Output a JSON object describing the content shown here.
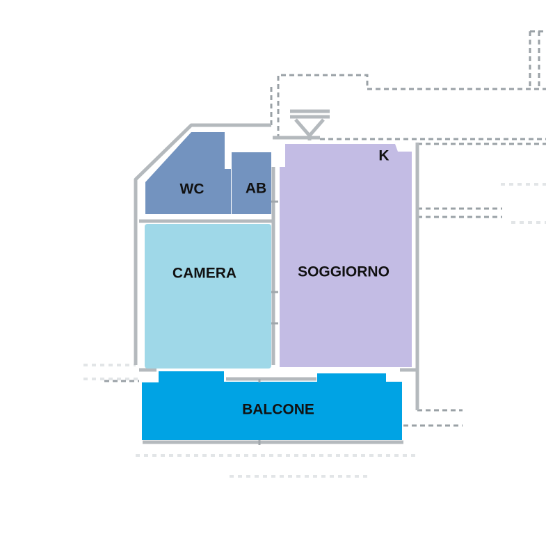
{
  "rooms": {
    "wc": {
      "label": "WC",
      "color": "#7393bf"
    },
    "ab": {
      "label": "AB",
      "color": "#7393bf"
    },
    "camera": {
      "label": "CAMERA",
      "color": "#9fd8e8"
    },
    "soggiorno": {
      "label": "SOGGIORNO",
      "color": "#c3bce4"
    },
    "kitchen": {
      "label": "K"
    },
    "balcone": {
      "label": "BALCONE",
      "color": "#00a3e4"
    }
  },
  "colors": {
    "wall": "#b4b9bd",
    "dashed_line": "#9aa1a6",
    "background": "#ffffff"
  }
}
